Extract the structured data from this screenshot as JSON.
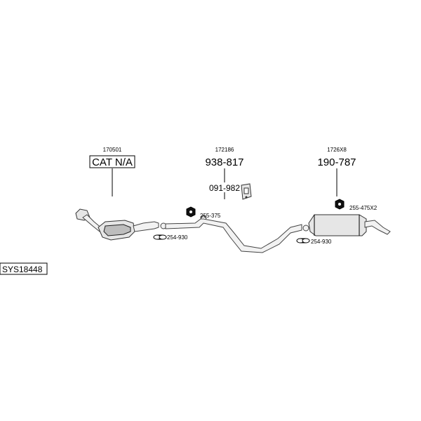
{
  "diagram_id": "SYS18448",
  "parts": {
    "catalyst": {
      "ref": "170501",
      "label": "CAT N/A"
    },
    "center_pipe": {
      "ref": "172186",
      "label": "938-817"
    },
    "hanger": {
      "label": "091-982"
    },
    "rear_muffler": {
      "ref": "1726X8",
      "label": "190-787"
    },
    "nut_center": {
      "label": "255-375"
    },
    "nut_rear": {
      "label": "255-475X2"
    },
    "clamp_front": {
      "label": "254-930"
    },
    "clamp_rear": {
      "label": "254-930"
    }
  }
}
